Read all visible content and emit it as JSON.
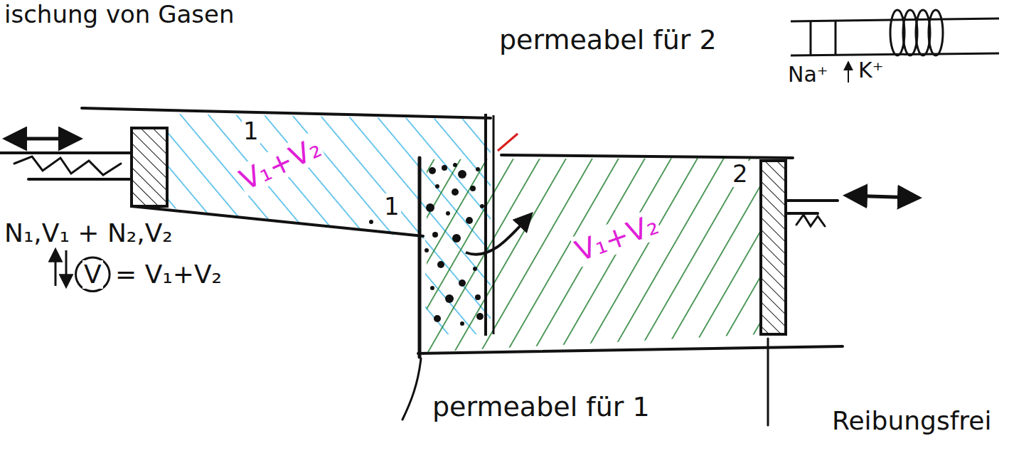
{
  "diagram": {
    "title": "ischung von Gasen",
    "nodes": [
      {
        "text": [
          "1",
          "V₁+V₂"
        ]
      },
      {
        "text": [
          "2",
          "V₁+V₂"
        ]
      }
    ],
    "labels": [
      "permeabel für 2",
      "Na⁺",
      "K⁺",
      "1",
      "N₁,V₁ + N₂,V₂",
      "V",
      "= V₁+V₂",
      "permeabel für 1",
      "Reibungsfrei"
    ]
  }
}
